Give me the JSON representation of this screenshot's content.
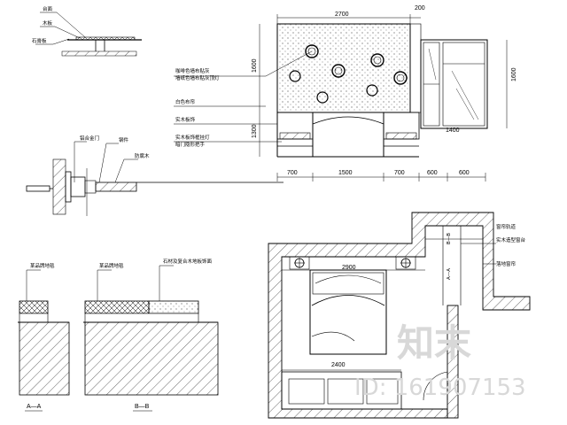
{
  "elevation": {
    "dims_top": [
      "2700",
      "200"
    ],
    "dims_left": [
      "1600",
      "1300"
    ],
    "dim_right": "1600",
    "dims_bottom": [
      "700",
      "1500",
      "700",
      "600",
      "600"
    ],
    "small_dim": "1400",
    "labels": [
      "咖啡色墙布贴灰",
      "墙纸色墙布贴灰顶灯",
      "白色布帘",
      "实木板饰",
      "实木板饰框挂灯",
      "暗门隐形把手"
    ]
  },
  "detail_top": {
    "labels": [
      "台面",
      "木板",
      "石膏板"
    ]
  },
  "detail_left": {
    "labels": [
      "铝合金门",
      "钢件",
      "防腐木"
    ]
  },
  "plan": {
    "dim_top": "2900",
    "dim_bottom": "2400",
    "labels": [
      "窗帘轨道",
      "实木造型窗台",
      "落地窗帘",
      "A—A",
      "B—B"
    ]
  },
  "section_a": {
    "label": "某品牌地毯",
    "caption": "A—A"
  },
  "section_b": {
    "label_left": "某品牌地毯",
    "label_right": "石材及复合木地板饰面",
    "caption": "B—B"
  },
  "watermark": {
    "brand": "知末",
    "id": "ID: 161907153"
  }
}
